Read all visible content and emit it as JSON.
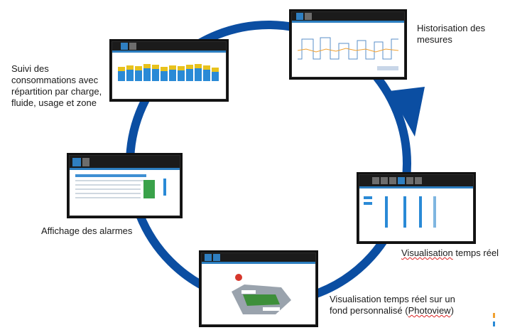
{
  "labels": {
    "suivi": "Suivi des consommations avec répartition par charge, fluide, usage et zone",
    "historisation": "Historisation des mesures",
    "alarmes": "Affichage des alarmes",
    "temps_reel_word1": "Visualisation",
    "temps_reel_rest": " temps réel",
    "photoview_line1": "Visualisation temps réel sur un",
    "photoview_line2_a": "fond personnalisé (",
    "photoview_line2_b": "Photoview",
    "photoview_line2_c": ")"
  },
  "colors": {
    "cycle_arrow": "#0b4ea2",
    "bar_blue": "#2a8ad6",
    "bar_yellow": "#e8c21c",
    "alarm_green": "#3aa24a"
  },
  "icons": {
    "cycle": "circular-arrow-icon"
  }
}
